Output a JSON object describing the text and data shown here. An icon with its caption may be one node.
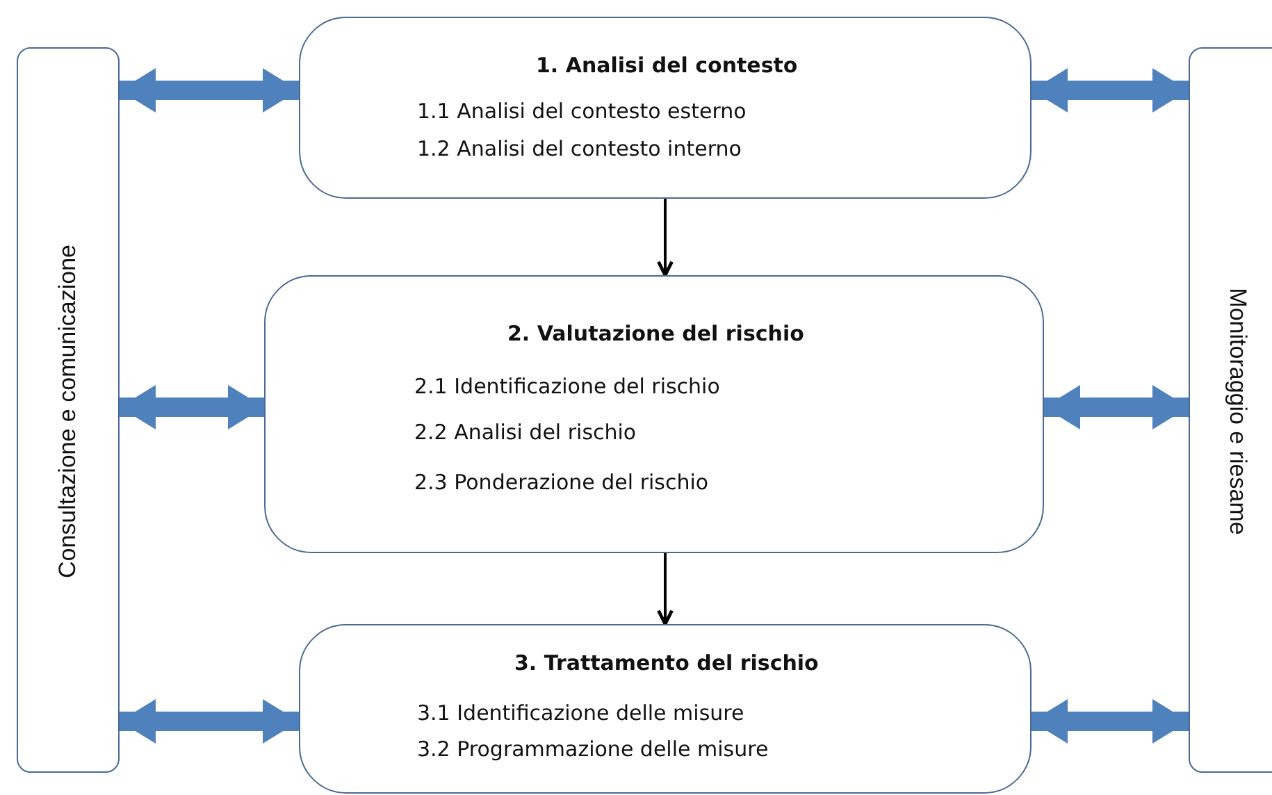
{
  "diagram": {
    "nodes": [
      {
        "text": [
          "1. Analisi del contesto",
          "1.1 Analisi del contesto esterno",
          "1.2 Analisi del contesto interno"
        ]
      },
      {
        "text": [
          "Consultazione e comunicazione"
        ]
      },
      {
        "text": [
          "Monitoraggio e riesame"
        ]
      },
      {
        "text": [
          "2. Valutazione del rischio",
          "2.1 Identificazione del rischio",
          "2.2 Analisi del rischio",
          "2.3 Ponderazione del rischio"
        ]
      },
      {
        "text": [
          "3. Trattamento del rischio",
          "3.1 Identificazione delle misure",
          "3.2 Programmazione delle misure"
        ]
      }
    ],
    "edges": [
      {
        "from": 0,
        "to": 3,
        "arrow": "to",
        "color": "#000000"
      },
      {
        "from": 3,
        "to": 4,
        "arrow": "to",
        "color": "#000000"
      },
      {
        "from": 1,
        "to": 0,
        "arrow": "both"
      },
      {
        "from": 0,
        "to": 2,
        "arrow": "both"
      },
      {
        "from": 1,
        "to": 3,
        "arrow": "both"
      },
      {
        "from": 3,
        "to": 2,
        "arrow": "both"
      },
      {
        "from": 1,
        "to": 4,
        "arrow": "both"
      },
      {
        "from": 4,
        "to": 2,
        "arrow": "both"
      }
    ]
  }
}
